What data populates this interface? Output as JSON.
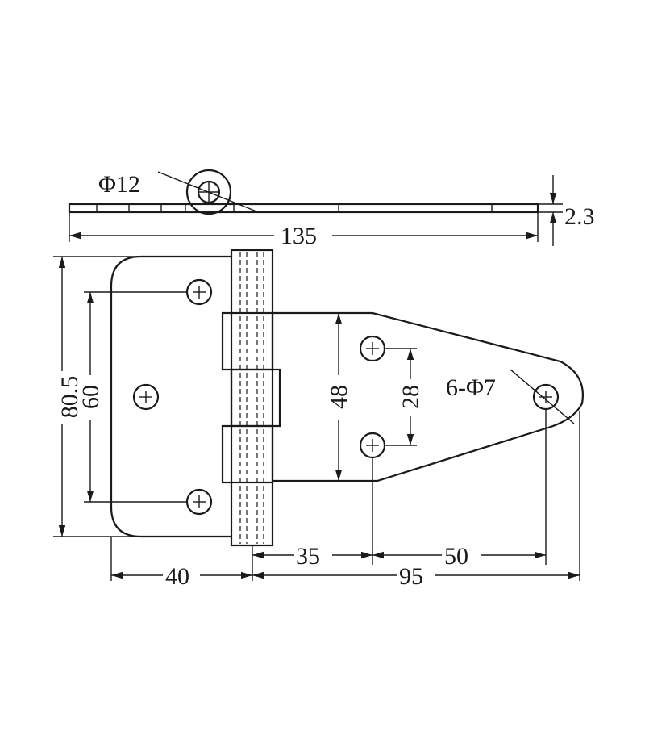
{
  "dimensions": {
    "pin_diameter": "Φ12",
    "thickness": "2.3",
    "total_length": "135",
    "height_outer": "80.5",
    "hole_spacing_left": "60",
    "right_leaf_height": "48",
    "right_hole_spacing": "28",
    "holes": "6-Φ7",
    "left_leaf_width": "40",
    "right_leaf_length": "95",
    "offset_35": "35",
    "offset_50": "50"
  }
}
